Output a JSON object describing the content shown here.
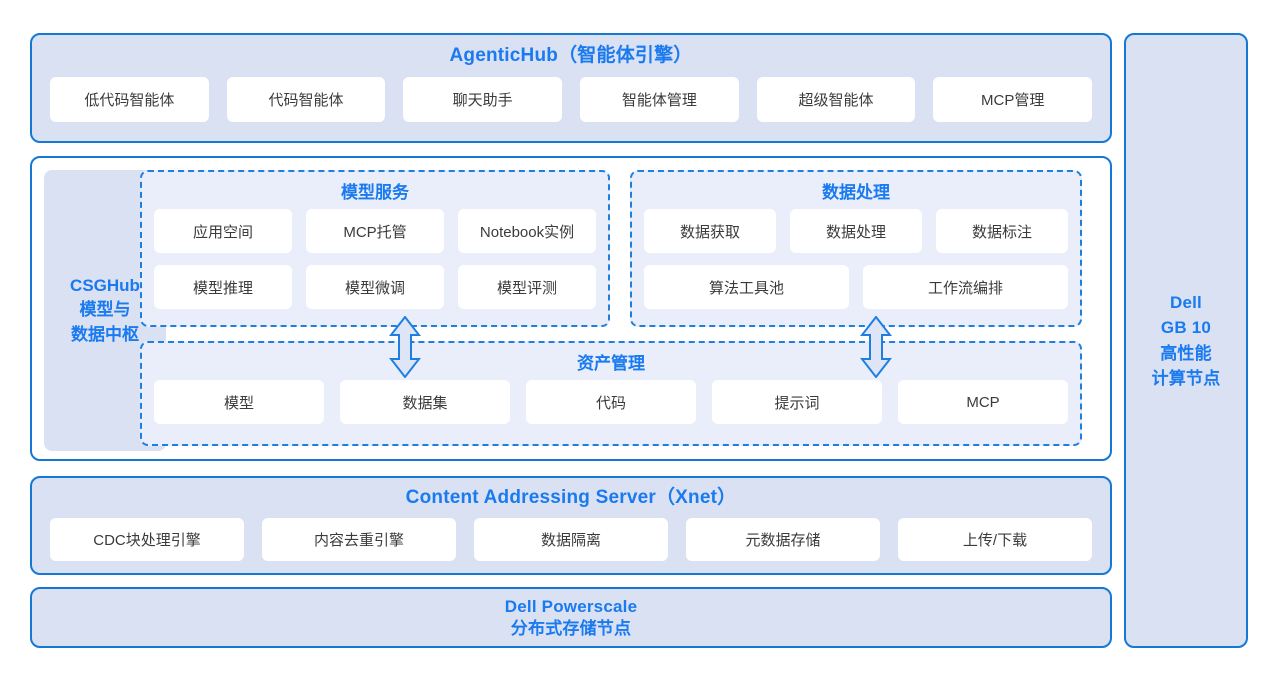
{
  "colors": {
    "accent": "#1a7aef",
    "border": "#1478d4",
    "band_fill": "#dae1f3",
    "section_fill": "#e9eefa",
    "chip_fill": "#ffffff",
    "chip_text": "#3b3b3b"
  },
  "agentic_hub": {
    "title": "AgenticHub（智能体引擎）",
    "items": [
      "低代码智能体",
      "代码智能体",
      "聊天助手",
      "智能体管理",
      "超级智能体",
      "MCP管理"
    ]
  },
  "csghub": {
    "side_label": "CSGHub\n模型与\n数据中枢",
    "side_label_lines": [
      "CSGHub",
      "模型与",
      "数据中枢"
    ],
    "sections": [
      {
        "id": "model-service",
        "title": "模型服务",
        "rows": [
          [
            "应用空间",
            "MCP托管",
            "Notebook实例"
          ],
          [
            "模型推理",
            "模型微调",
            "模型评测"
          ]
        ]
      },
      {
        "id": "data-processing",
        "title": "数据处理",
        "rows": [
          [
            "数据获取",
            "数据处理",
            "数据标注"
          ],
          [
            "算法工具池",
            "工作流编排"
          ]
        ]
      },
      {
        "id": "asset-management",
        "title": "资产管理",
        "rows": [
          [
            "模型",
            "数据集",
            "代码",
            "提示词",
            "MCP"
          ]
        ]
      }
    ],
    "connectors": [
      {
        "name": "model-service-to-asset-management",
        "icon": "double-arrow-vertical-icon"
      },
      {
        "name": "data-processing-to-asset-management",
        "icon": "double-arrow-vertical-icon"
      }
    ]
  },
  "content_addressing_server": {
    "title": "Content Addressing Server（Xnet）",
    "items": [
      "CDC块处理引擎",
      "内容去重引擎",
      "数据隔离",
      "元数据存储",
      "上传/下载"
    ]
  },
  "powerscale": {
    "title_lines": [
      "Dell Powerscale",
      "分布式存储节点"
    ],
    "line1": "Dell Powerscale",
    "line2": "分布式存储节点"
  },
  "dell_gb10": {
    "title_lines": [
      "Dell",
      "GB 10",
      "高性能",
      "计算节点"
    ],
    "line1": "Dell",
    "line2": "GB 10",
    "line3": "高性能",
    "line4": "计算节点"
  }
}
